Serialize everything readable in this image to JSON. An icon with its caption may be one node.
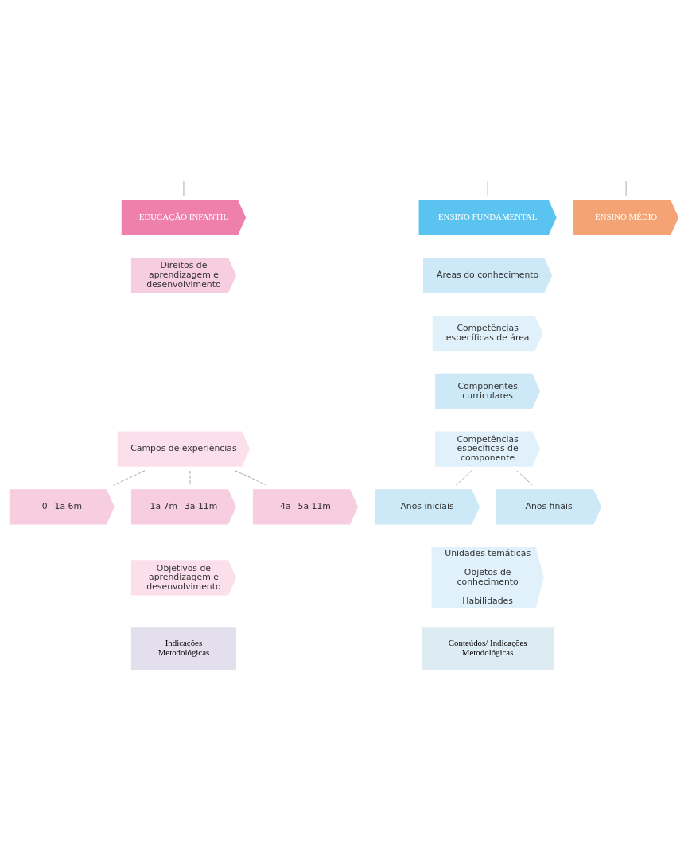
{
  "diagram": {
    "nodes": [
      {
        "text": [
          "EDUCAÇÃO INFANTIL"
        ]
      },
      {
        "text": [
          "ENSINO FUNDAMENTAL"
        ]
      },
      {
        "text": [
          "ENSINO MÉDIO"
        ]
      },
      {
        "text": [
          "Direitos de aprendizagem e desenvolvimento"
        ]
      },
      {
        "text": [
          "Áreas do conhecimento"
        ]
      },
      {
        "text": [
          "Campos de experiências"
        ]
      },
      {
        "text": [
          "Competências específicas de área"
        ]
      },
      {
        "text": [
          "Componentes curriculares"
        ]
      },
      {
        "text": [
          "Competências específicas de componente"
        ]
      },
      {
        "text": [
          "0– 1a 6m"
        ]
      },
      {
        "text": [
          "1a 7m– 3a 11m"
        ]
      },
      {
        "text": [
          "4a– 5a 11m"
        ]
      },
      {
        "text": [
          "Anos iniciais"
        ]
      },
      {
        "text": [
          "Anos finais"
        ]
      },
      {
        "text": [
          "Objetivos de aprendizagem e desenvolvimento"
        ]
      },
      {
        "text": [
          "Unidades temáticas",
          "Objetos de conhecimento",
          "Habilidades"
        ]
      },
      {
        "text": [
          "Indicações Metodológicas"
        ]
      },
      {
        "text": [
          "Conteúdos/ Indicações Metodológicas"
        ]
      }
    ],
    "edges": [
      {
        "from": null,
        "to": 0,
        "arrow": "none"
      },
      {
        "from": null,
        "to": 1,
        "arrow": "none"
      },
      {
        "from": null,
        "to": 2,
        "arrow": "none"
      },
      {
        "from": 5,
        "to": 9,
        "arrow": "none",
        "style": "dashed"
      },
      {
        "from": 5,
        "to": 10,
        "arrow": "none",
        "style": "dashed"
      },
      {
        "from": 5,
        "to": 11,
        "arrow": "none",
        "style": "dashed"
      },
      {
        "from": 8,
        "to": 12,
        "arrow": "none",
        "style": "dashed"
      },
      {
        "from": 8,
        "to": 13,
        "arrow": "none",
        "style": "dashed"
      }
    ]
  }
}
